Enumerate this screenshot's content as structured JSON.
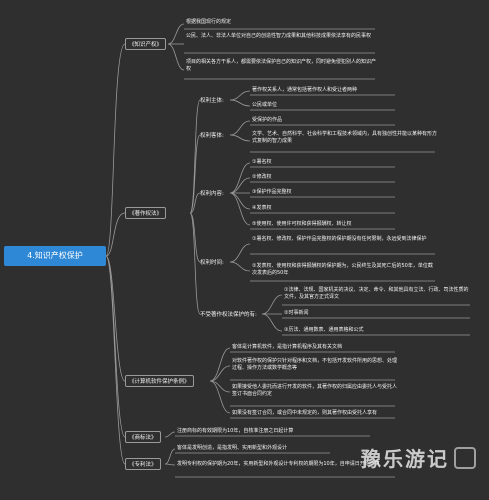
{
  "root": "4.知识产权保护",
  "branches": {
    "ip": {
      "label": "《知识产权》",
      "leaves": [
        "根据我国现行的规定",
        "公民、法人、非法人单位对自己的创造性智力成果和其他科技成果依法享有的民事权",
        "项目的相关各方干系人，都需要依法保护自己的知识产权，同时避免侵犯别人的知识产权"
      ]
    },
    "copyright": {
      "label": "《著作权法》",
      "subject": {
        "label": "权利主体:",
        "items": [
          "著作权关系人，通常包括著作权人和受让者两种",
          "公民或单位"
        ]
      },
      "object": {
        "label": "权利客体:",
        "items": [
          "受保护的作品",
          "文学、艺术、自然科学、社会科学和工程技术领域内，具有独创性并能以某种有形方式复制的智力成果"
        ]
      },
      "content": {
        "label": "权利内容:",
        "items": [
          "①署名权",
          "②修改权",
          "③保护作品完整权",
          "④发表权",
          "⑤使用权、使用许可权和获得报酬权、转让权"
        ]
      },
      "term": {
        "label": "权利时间:",
        "items": [
          "①署名权、修改权、保护作品完整权的保护期没有任何限制，永远受到法律保护",
          "②发表权、使用权和获得报酬权的保护期为，公民终生及其死亡后的50年，单位截次发表后的50年"
        ]
      },
      "unprotected": {
        "label": "不受著作权法保护的有:",
        "items": [
          "①法律、法规、国家机关的决议、决定、命令、和其他具有立法、行政、司法性质的文件，及其官方正式译文",
          "②时事新闻",
          "③历法、通用数表、通用表格和公式"
        ]
      }
    },
    "software": {
      "label": "《计算机软件保护条例》",
      "leaves": [
        "客体是计算机软件，是指计算机程序及其有关文档",
        "对软件著作权的保护只针对程序和文档，不包括开发软件所用的思想、处理过程、操作方法或数学概念等",
        "如果接受他人委托而进行开发的软件，其著作权的归属应由委托人与受托人签订书面合同约定",
        "如果没有签订合同，或合同中未规定的，则其著作权由受托人享有"
      ]
    },
    "trademark": {
      "label": "《商标法》",
      "leaves": [
        "注册商标的有效期限为10年，自核准注册之日起计算"
      ]
    },
    "patent": {
      "label": "《专利法》",
      "leaves": [
        "客体是发明创造，是指发明、实用新型和外观设计",
        "发明专利权的保护期为20年，实用新型和外观设计专利权的期限为10年，自申请日开始计算"
      ]
    }
  },
  "watermark": "豫乐游记",
  "colors": {
    "root_bg": "#2e88d6",
    "canvas": "#2f2f2f",
    "line": "#9a9a9a",
    "text": "#f2f2f2"
  }
}
